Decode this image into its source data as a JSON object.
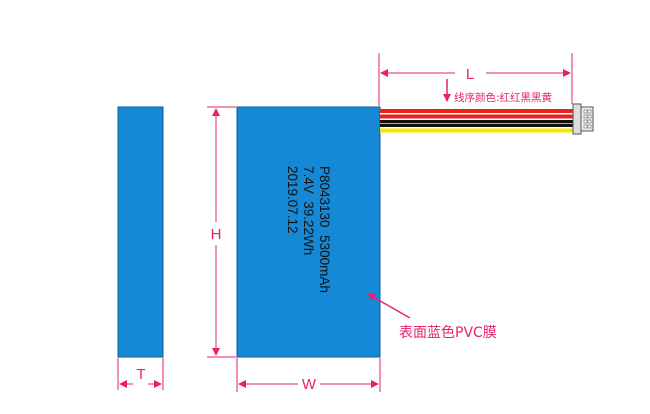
{
  "dimensions": {
    "length": "L",
    "height": "H",
    "width": "W",
    "thickness": "T"
  },
  "wire_note": "线序颜色:红红黑黑黄",
  "surface_note": "表面蓝色PVC膜",
  "cell_label": {
    "line1": "P8043130  5300mAh",
    "line2": "7.4V  39.22Wh",
    "line3": "2019.07.12"
  },
  "colors": {
    "battery": "#1689d6",
    "annotation": "#e6216e",
    "wires": [
      "#e8231c",
      "#e8231c",
      "#111111",
      "#111111",
      "#f4e600"
    ]
  }
}
